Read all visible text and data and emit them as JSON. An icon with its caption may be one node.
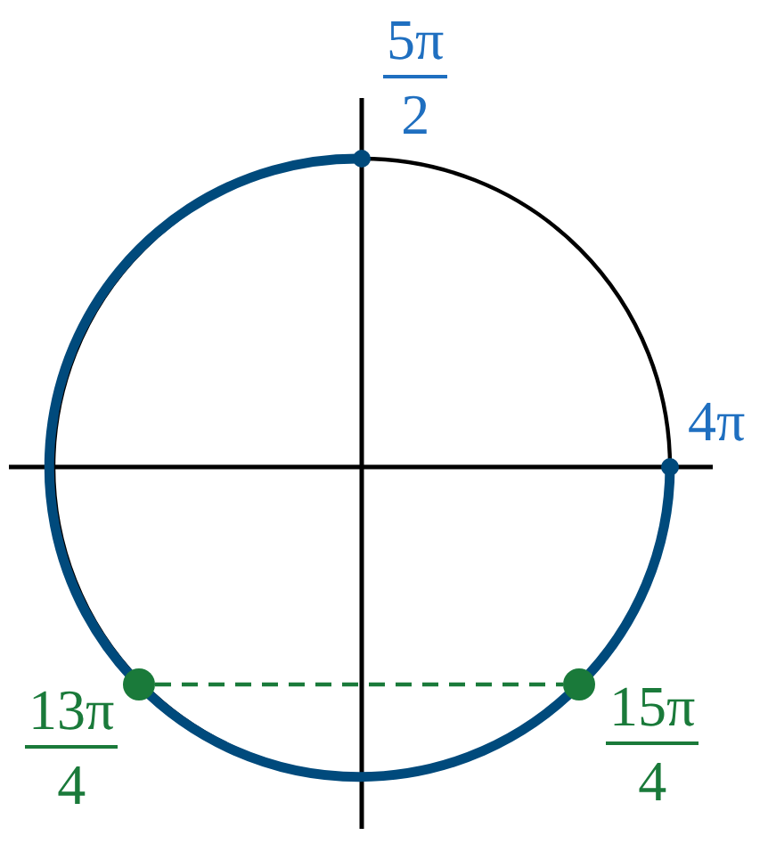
{
  "diagram": {
    "nodes": [
      {
        "text": [],
        "shape": "circle",
        "beside": [
          "5π",
          "2"
        ]
      },
      {
        "text": [],
        "shape": "circle",
        "beside": [
          "4π"
        ]
      },
      {
        "text": [],
        "shape": "circle",
        "beside": [
          "13π",
          "4"
        ]
      },
      {
        "text": [],
        "shape": "circle",
        "beside": [
          "15π",
          "4"
        ]
      }
    ],
    "edges": [
      {
        "from": 0,
        "to": 2,
        "arrow": "none"
      },
      {
        "from": 2,
        "to": 3,
        "arrow": "none"
      },
      {
        "from": 3,
        "to": 1,
        "arrow": "none"
      },
      {
        "from": 2,
        "to": 3,
        "arrow": "none",
        "style": "dashed",
        "color": "#1a7a3a"
      }
    ]
  }
}
